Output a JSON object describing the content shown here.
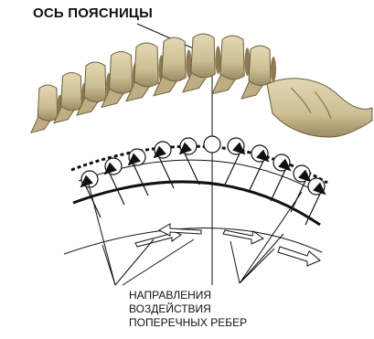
{
  "diagram": {
    "title": "ОСЬ ПОЯСНИЦЫ",
    "caption_lines": [
      "НАПРАВЛЕНИЯ",
      "ВОЗДЕЙСТВИЯ",
      "ПОПЕРЕЧНЫХ РЕБЕР"
    ]
  },
  "colors": {
    "bone": "#d2c59c",
    "bone_shadow": "#8c7b55",
    "ink": "#111111",
    "background": "#ffffff"
  }
}
